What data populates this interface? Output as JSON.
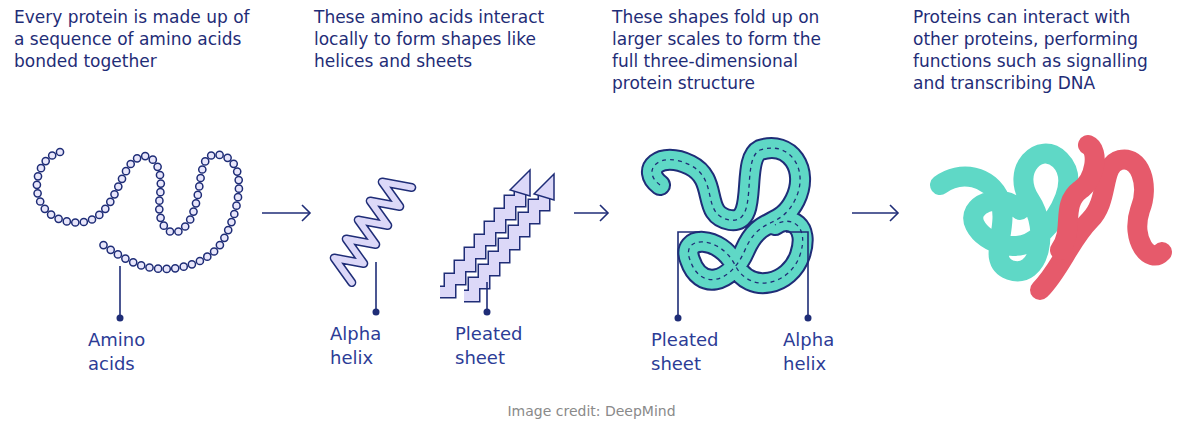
{
  "diagram": {
    "caption": "Image credit: DeepMind",
    "nodes": [
      {
        "text": [
          "Every protein is made up of a sequence of amino acids bonded together"
        ]
      },
      {
        "text": [
          "These amino acids interact locally to form shapes like helices and sheets"
        ]
      },
      {
        "text": [
          "These shapes fold up on larger scales to form the full three-dimensional protein structure"
        ]
      },
      {
        "text": [
          "Proteins can interact with other proteins, performing functions such as signalling and transcribing DNA"
        ]
      }
    ],
    "edges": [
      {
        "from": 0,
        "to": 1,
        "arrow": "to"
      },
      {
        "from": 1,
        "to": 2,
        "arrow": "to"
      },
      {
        "from": 2,
        "to": 3,
        "arrow": "to"
      }
    ],
    "labels": [
      "Amino acids",
      "Alpha helix",
      "Pleated sheet",
      "Pleated sheet",
      "Alpha helix"
    ]
  }
}
